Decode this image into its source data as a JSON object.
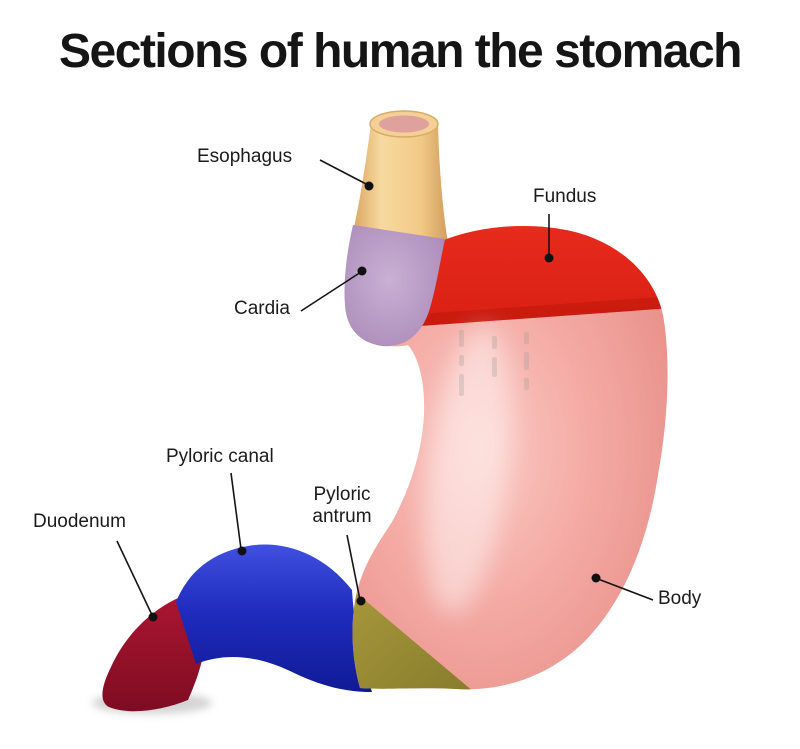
{
  "title": "Sections of human the stomach",
  "labels": {
    "esophagus": "Esophagus",
    "fundus": "Fundus",
    "cardia": "Cardia",
    "pyloric_canal": "Pyloric canal",
    "pyloric_antrum": "Pyloric antrum",
    "duodenum": "Duodenum",
    "body": "Body"
  },
  "regions": [
    {
      "name": "esophagus",
      "color": "#f2cd92"
    },
    {
      "name": "cardia",
      "color": "#b293be"
    },
    {
      "name": "fundus",
      "color": "#e2261b"
    },
    {
      "name": "body",
      "color": "#f2a39e"
    },
    {
      "name": "pyloric antrum",
      "color": "#a0912f"
    },
    {
      "name": "pyloric canal",
      "color": "#2233cc"
    },
    {
      "name": "duodenum",
      "color": "#9e1030"
    }
  ]
}
